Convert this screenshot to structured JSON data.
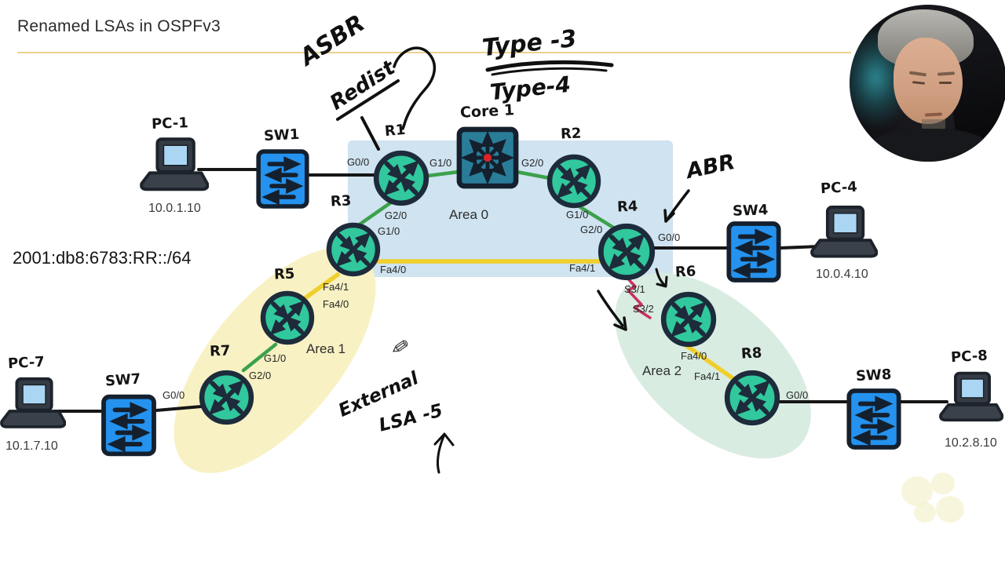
{
  "header": {
    "title": "Renamed LSAs in OSPFv3"
  },
  "prefix_label": "2001:db8:6783:RR::/64",
  "annotations": {
    "asbr": "ASBR",
    "redist": "Redist",
    "type3": "Type -3",
    "type4": "Type-4",
    "abr": "ABR",
    "external": "External",
    "lsa5": "LSA -5"
  },
  "areas": {
    "area0": "Area 0",
    "area1": "Area 1",
    "area2": "Area 2"
  },
  "nodes": {
    "r1": "R1",
    "r2": "R2",
    "r3": "R3",
    "r4": "R4",
    "r5": "R5",
    "r6": "R6",
    "r7": "R7",
    "r8": "R8",
    "core1": "Core 1",
    "sw1": "SW1",
    "sw4": "SW4",
    "sw7": "SW7",
    "sw8": "SW8",
    "pc1": "PC-1",
    "pc4": "PC-4",
    "pc7": "PC-7",
    "pc8": "PC-8"
  },
  "ips": {
    "pc1": "10.0.1.10",
    "pc4": "10.0.4.10",
    "pc7": "10.1.7.10",
    "pc8": "10.2.8.10"
  },
  "interfaces": {
    "r1_g00": "G0/0",
    "r1_g10": "G1/0",
    "r1_g20": "G2/0",
    "r2_g20": "G2/0",
    "r2_g10": "G1/0",
    "r3_g10": "G1/0",
    "r3_fa40": "Fa4/0",
    "r3_fa41": "Fa4/1",
    "r4_g20": "G2/0",
    "r4_g00": "G0/0",
    "r4_fa41": "Fa4/1",
    "r4_s31": "S3/1",
    "r5_fa40": "Fa4/0",
    "r5_g10": "G1/0",
    "r6_s32": "S3/2",
    "r6_fa40": "Fa4/0",
    "r7_g20": "G2/0",
    "r7_g00": "G0/0",
    "r8_fa41": "Fa4/1",
    "r8_g00": "G0/0"
  },
  "icons": {
    "pencil": "✎"
  },
  "colors": {
    "router_fill": "#31c89d",
    "switch_fill": "#2492ee",
    "core_fill": "#2a7d99",
    "icon_stroke": "#1d2b3b",
    "area0_fill": "#cfe3f0",
    "area1_fill": "#f8f1c3",
    "area2_fill": "#d9ece2",
    "link_green": "#3ca14c",
    "link_yellow": "#efcf2a",
    "link_black": "#161616",
    "link_serial_red": "#c9325f",
    "divider_yellow": "#e9d28e"
  }
}
